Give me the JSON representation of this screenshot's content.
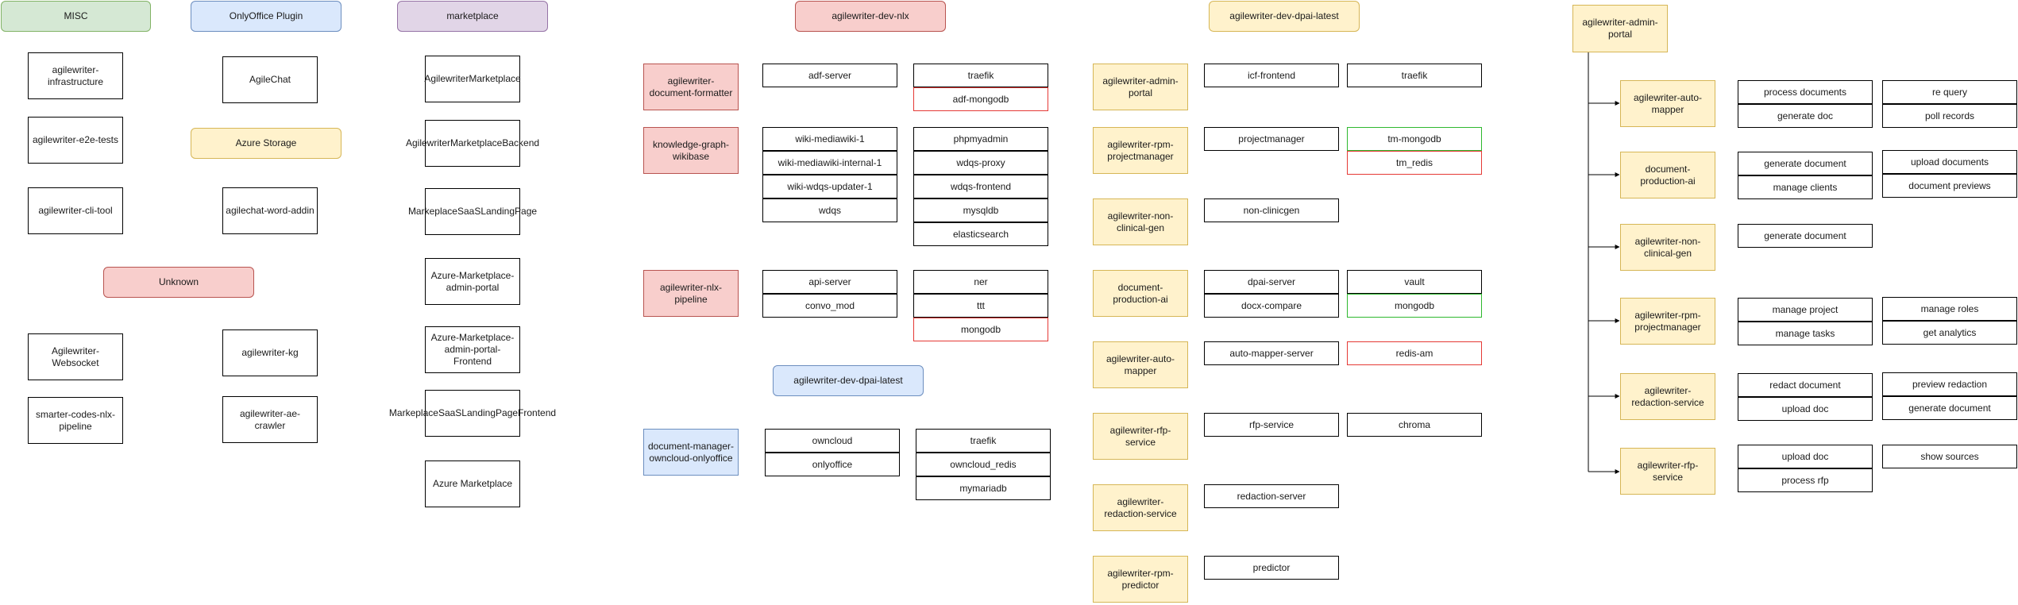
{
  "headers": {
    "misc": "MISC",
    "onlyoffice": "OnlyOffice Plugin",
    "marketplace": "marketplace",
    "dev_nlx": "agilewriter-dev-nlx",
    "dev_dpai_latest": "agilewriter-dev-dpai-latest",
    "admin_portal": "agilewriter-admin-portal",
    "azure_storage": "Azure Storage",
    "unknown": "Unknown",
    "dev_dpai_latest_2": "agilewriter-dev-dpai-latest"
  },
  "misc": [
    "agilewriter-infrastructure",
    "agilewriter-e2e-tests",
    "agilewriter-cli-tool",
    "Agilewriter-Websocket",
    "smarter-codes-nlx-pipeline"
  ],
  "onlyoffice": [
    "AgileChat",
    "agilechat-word-addin",
    "agilewriter-kg",
    "agilewriter-ae-crawler"
  ],
  "marketplace": [
    "AgilewriterMarketplace",
    "AgilewriterMarketplaceBackend",
    "MarkeplaceSaaSLandingPage",
    "Azure-Marketplace-admin-portal",
    "Azure-Marketplace-admin-portal-Frontend",
    "MarkeplaceSaaSLandingPageFrontend",
    "Azure Marketplace"
  ],
  "nlx": {
    "formatter": {
      "name": "agilewriter-document-formatter",
      "col1": [
        "adf-server"
      ],
      "col2": [
        "traefik",
        "adf-mongodb"
      ]
    },
    "wikibase": {
      "name": "knowledge-graph-wikibase",
      "col1": [
        "wiki-mediawiki-1",
        "wiki-mediawiki-internal-1",
        "wiki-wdqs-updater-1",
        "wdqs"
      ],
      "col2": [
        "phpmyadmin",
        "wdqs-proxy",
        "wdqs-frontend",
        "mysqldb",
        "elasticsearch"
      ]
    },
    "pipeline": {
      "name": "agilewriter-nlx-pipeline",
      "col1": [
        "api-server",
        "convo_mod"
      ],
      "col2": [
        "ner",
        "ttt",
        "mongodb"
      ]
    },
    "owncloud": {
      "name": "document-manager-owncloud-onlyoffice",
      "col1": [
        "owncloud",
        "onlyoffice"
      ],
      "col2": [
        "traefik",
        "owncloud_redis",
        "mymariadb"
      ]
    }
  },
  "dpai": {
    "admin": {
      "name": "agilewriter-admin-portal",
      "col1": [
        "icf-frontend"
      ],
      "col2": [
        "traefik"
      ]
    },
    "projectmanager": {
      "name": "agilewriter-rpm-projectmanager",
      "col1": [
        "projectmanager"
      ],
      "col2": [
        "tm-mongodb",
        "tm_redis"
      ]
    },
    "nonclinical": {
      "name": "agilewriter-non-clinical-gen",
      "col1": [
        "non-clinicgen"
      ]
    },
    "docprod": {
      "name": "document-production-ai",
      "col1": [
        "dpai-server",
        "docx-compare"
      ],
      "col2": [
        "vault",
        "mongodb"
      ]
    },
    "automapper": {
      "name": "agilewriter-auto-mapper",
      "col1": [
        "auto-mapper-server"
      ],
      "col2": [
        "redis-am"
      ]
    },
    "rfp": {
      "name": "agilewriter-rfp-service",
      "col1": [
        "rfp-service"
      ],
      "col2": [
        "chroma"
      ]
    },
    "redaction": {
      "name": "agilewriter-redaction-service",
      "col1": [
        "redaction-server"
      ]
    },
    "predictor": {
      "name": "agilewriter-rpm-predictor",
      "col1": [
        "predictor"
      ]
    }
  },
  "admin": {
    "services": [
      {
        "name": "agilewriter-auto-mapper",
        "col1": [
          "process documents",
          "generate doc"
        ],
        "col2": [
          "re query",
          "poll records"
        ]
      },
      {
        "name": "document-production-ai",
        "col1": [
          "generate document",
          "manage clients"
        ],
        "col2": [
          "upload documents",
          "document previews"
        ]
      },
      {
        "name": "agilewriter-non-clinical-gen",
        "col1": [
          "generate document"
        ],
        "col2": []
      },
      {
        "name": "agilewriter-rpm-projectmanager",
        "col1": [
          "manage project",
          "manage tasks"
        ],
        "col2": [
          "manage roles",
          "get analytics"
        ]
      },
      {
        "name": "agilewriter-redaction-service",
        "col1": [
          "redact document",
          "upload doc"
        ],
        "col2": [
          "preview redaction",
          "generate document"
        ]
      },
      {
        "name": "agilewriter-rfp-service",
        "col1": [
          "upload doc",
          "process rfp"
        ],
        "col2": [
          "show sources"
        ]
      }
    ]
  },
  "colors": {
    "misc": "#d5e8d4",
    "onlyoffice": "#dae8fc",
    "marketplace": "#e1d5e7",
    "nlx": "#f8cecc",
    "dpai": "#fff2cc",
    "highlight_red": "#e53935",
    "highlight_green": "#2eb82e"
  }
}
